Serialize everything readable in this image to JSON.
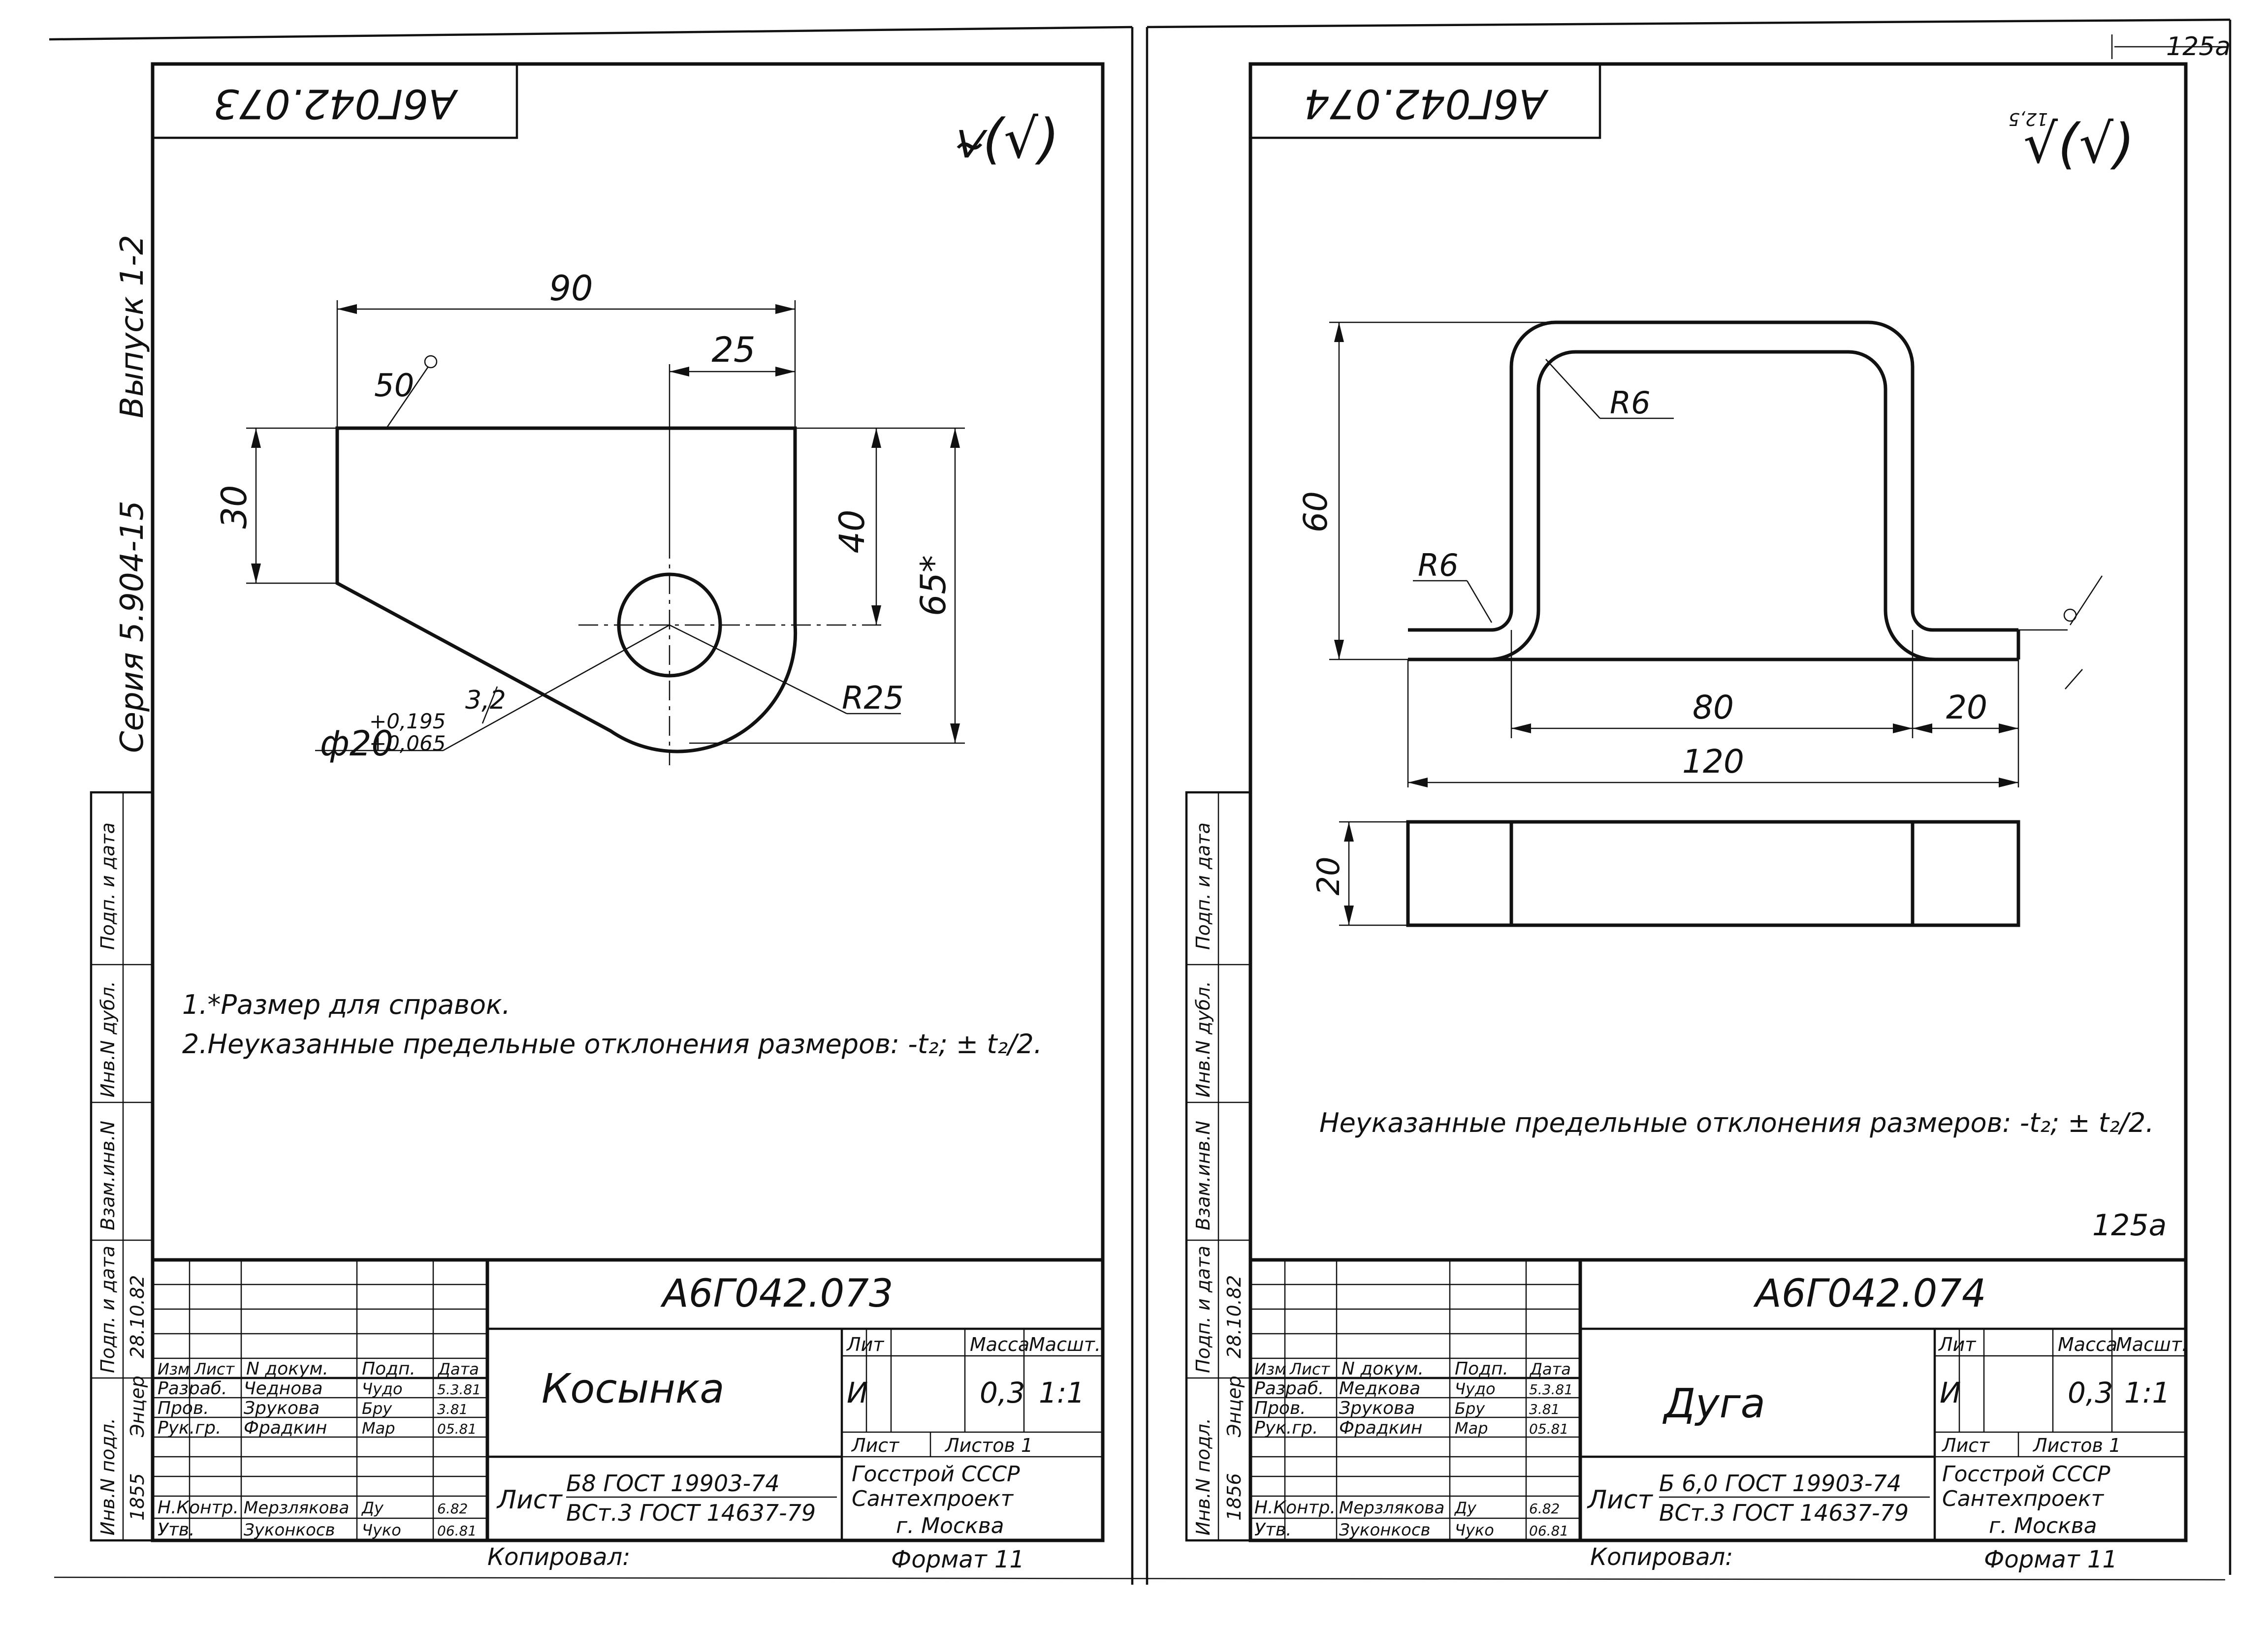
{
  "sheet_corner_label": "125а",
  "left": {
    "stamp": "А6Г042.073",
    "roughness_mark": "⍱(√)",
    "side_series": "Серия 5.904-15",
    "side_issue": "Выпуск 1-2",
    "dims": {
      "d90": "90",
      "d25": "25",
      "d50": "50",
      "d30": "30",
      "d40": "40",
      "d65": "65*",
      "dR25": "R25",
      "d32": "3,2",
      "hole_main": "ф20",
      "hole_tol_top": "+0,195",
      "hole_tol_bot": "+0,065"
    },
    "notes": [
      "1.*Размер для справок.",
      "2.Неуказанные предельные отклонения размеров: -t₂; ± t₂/2."
    ],
    "title_code": "А6Г042.073",
    "part_name": "Косынка",
    "hdr_izm": "Изм",
    "hdr_list": "Лист",
    "hdr_doc": "N докум.",
    "hdr_sign": "Подп.",
    "hdr_date": "Дата",
    "roles": [
      "Разраб.",
      "Пров.",
      "Рук.гр.",
      "Н.Контр.",
      "Утв."
    ],
    "names": [
      "Чеднова",
      "Зрукова",
      "Фрадкин",
      "Мерзлякова",
      "Зуконкосв"
    ],
    "sigs": [
      "Чудо",
      "Бру",
      "Мар",
      "Ду",
      "Чуко"
    ],
    "dates": [
      "5.3.81",
      "3.81",
      "05.81",
      "6.82",
      "06.81"
    ],
    "lit_h": "Лит",
    "mass_h": "Масса",
    "scale_h": "Масшт.",
    "lit_v": "И",
    "mass_v": "0,3",
    "scale_v": "1:1",
    "sheet_h": "Лист",
    "sheets_h": "Листов 1",
    "org1": "Госстрой СССР",
    "org2": "Сантехпроект",
    "org3": "г. Москва",
    "mat_prefix": "Лист",
    "mat1": "Б8 ГОСТ 19903-74",
    "mat2": "ВСт.3 ГОСТ 14637-79",
    "copied": "Копировал:",
    "format": "Формат 11",
    "sidebar": [
      "Инв.N подл.",
      "Подп. и дата",
      "Взам.инв.N",
      "Инв.N дубл.",
      "Подп. и дата"
    ],
    "inv_no": "1855",
    "side_date": "28.10.82",
    "side_sign": "Энцер"
  },
  "right": {
    "stamp": "А6Г042.074",
    "roughness_mark": "√(√)",
    "roughness_small": "12,5",
    "dims": {
      "dR6a": "R6",
      "dR6b": "R6",
      "d60": "60",
      "d80": "80",
      "d20": "20",
      "d120": "120",
      "d20b": "20"
    },
    "note": "Неуказанные предельные отклонения размеров: -t₂; ± t₂/2.",
    "page_mark": "125а",
    "title_code": "А6Г042.074",
    "part_name": "Дуга",
    "hdr_izm": "Изм",
    "hdr_list": "Лист",
    "hdr_doc": "N докум.",
    "hdr_sign": "Подп.",
    "hdr_date": "Дата",
    "roles": [
      "Разраб.",
      "Пров.",
      "Рук.гр.",
      "Н.Контр.",
      "Утв."
    ],
    "names": [
      "Медкова",
      "Зрукова",
      "Фрадкин",
      "Мерзлякова",
      "Зуконкосв"
    ],
    "sigs": [
      "Чудо",
      "Бру",
      "Мар",
      "Ду",
      "Чуко"
    ],
    "dates": [
      "5.3.81",
      "3.81",
      "05.81",
      "6.82",
      "06.81"
    ],
    "lit_h": "Лит",
    "mass_h": "Масса",
    "scale_h": "Масшт.",
    "lit_v": "И",
    "mass_v": "0,3",
    "scale_v": "1:1",
    "sheet_h": "Лист",
    "sheets_h": "Листов 1",
    "org1": "Госстрой СССР",
    "org2": "Сантехпроект",
    "org3": "г. Москва",
    "mat_prefix": "Лист",
    "mat1": "Б 6,0 ГОСТ 19903-74",
    "mat2": "ВСт.3 ГОСТ 14637-79",
    "copied": "Копировал:",
    "format": "Формат 11",
    "sidebar": [
      "Инв.N подл.",
      "Подп. и дата",
      "Взам.инв.N",
      "Инв.N дубл.",
      "Подп. и дата"
    ],
    "inv_no": "1856",
    "side_date": "28.10.82",
    "side_sign": "Энцер"
  }
}
